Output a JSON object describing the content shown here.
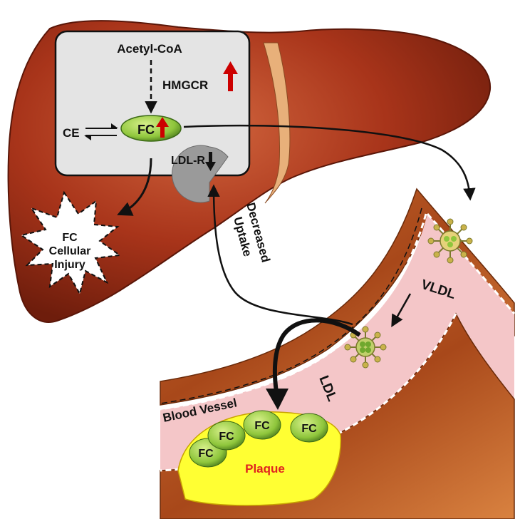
{
  "labels": {
    "acetyl_coa": "Acetyl-CoA",
    "hmgcr": "HMGCR",
    "ce": "CE",
    "fc": "FC",
    "ldl_r": "LDL-R",
    "injury_line1": "FC",
    "injury_line2": "Cellular",
    "injury_line3": "Injury",
    "decreased": "Decreased",
    "uptake": "Uptake",
    "vldl": "VLDL",
    "ldl": "LDL",
    "blood_vessel": "Blood Vessel",
    "plaque": "Plaque",
    "plaque_fc": [
      "FC",
      "FC",
      "FC",
      "FC"
    ]
  },
  "colors": {
    "liver": "#a8341a",
    "liver_dark": "#6e1d0c",
    "cell_box": "#e4e4e4",
    "fc_oval": "#8fc63c",
    "up_arrow": "#cc0000",
    "vessel_wall": "#b5581f",
    "vessel_lumen": "#f4c6c8",
    "plaque": "#ffff33",
    "plaque_text": "#e0231f",
    "lipoprotein": "#9c9a3e"
  },
  "icons": {
    "hmgcr_indicator": "red-up-arrow",
    "fc_indicator": "red-up-arrow",
    "ldl_r_indicator": "black-down-arrow",
    "ce_fc_exchange": "equilibrium-arrows"
  }
}
